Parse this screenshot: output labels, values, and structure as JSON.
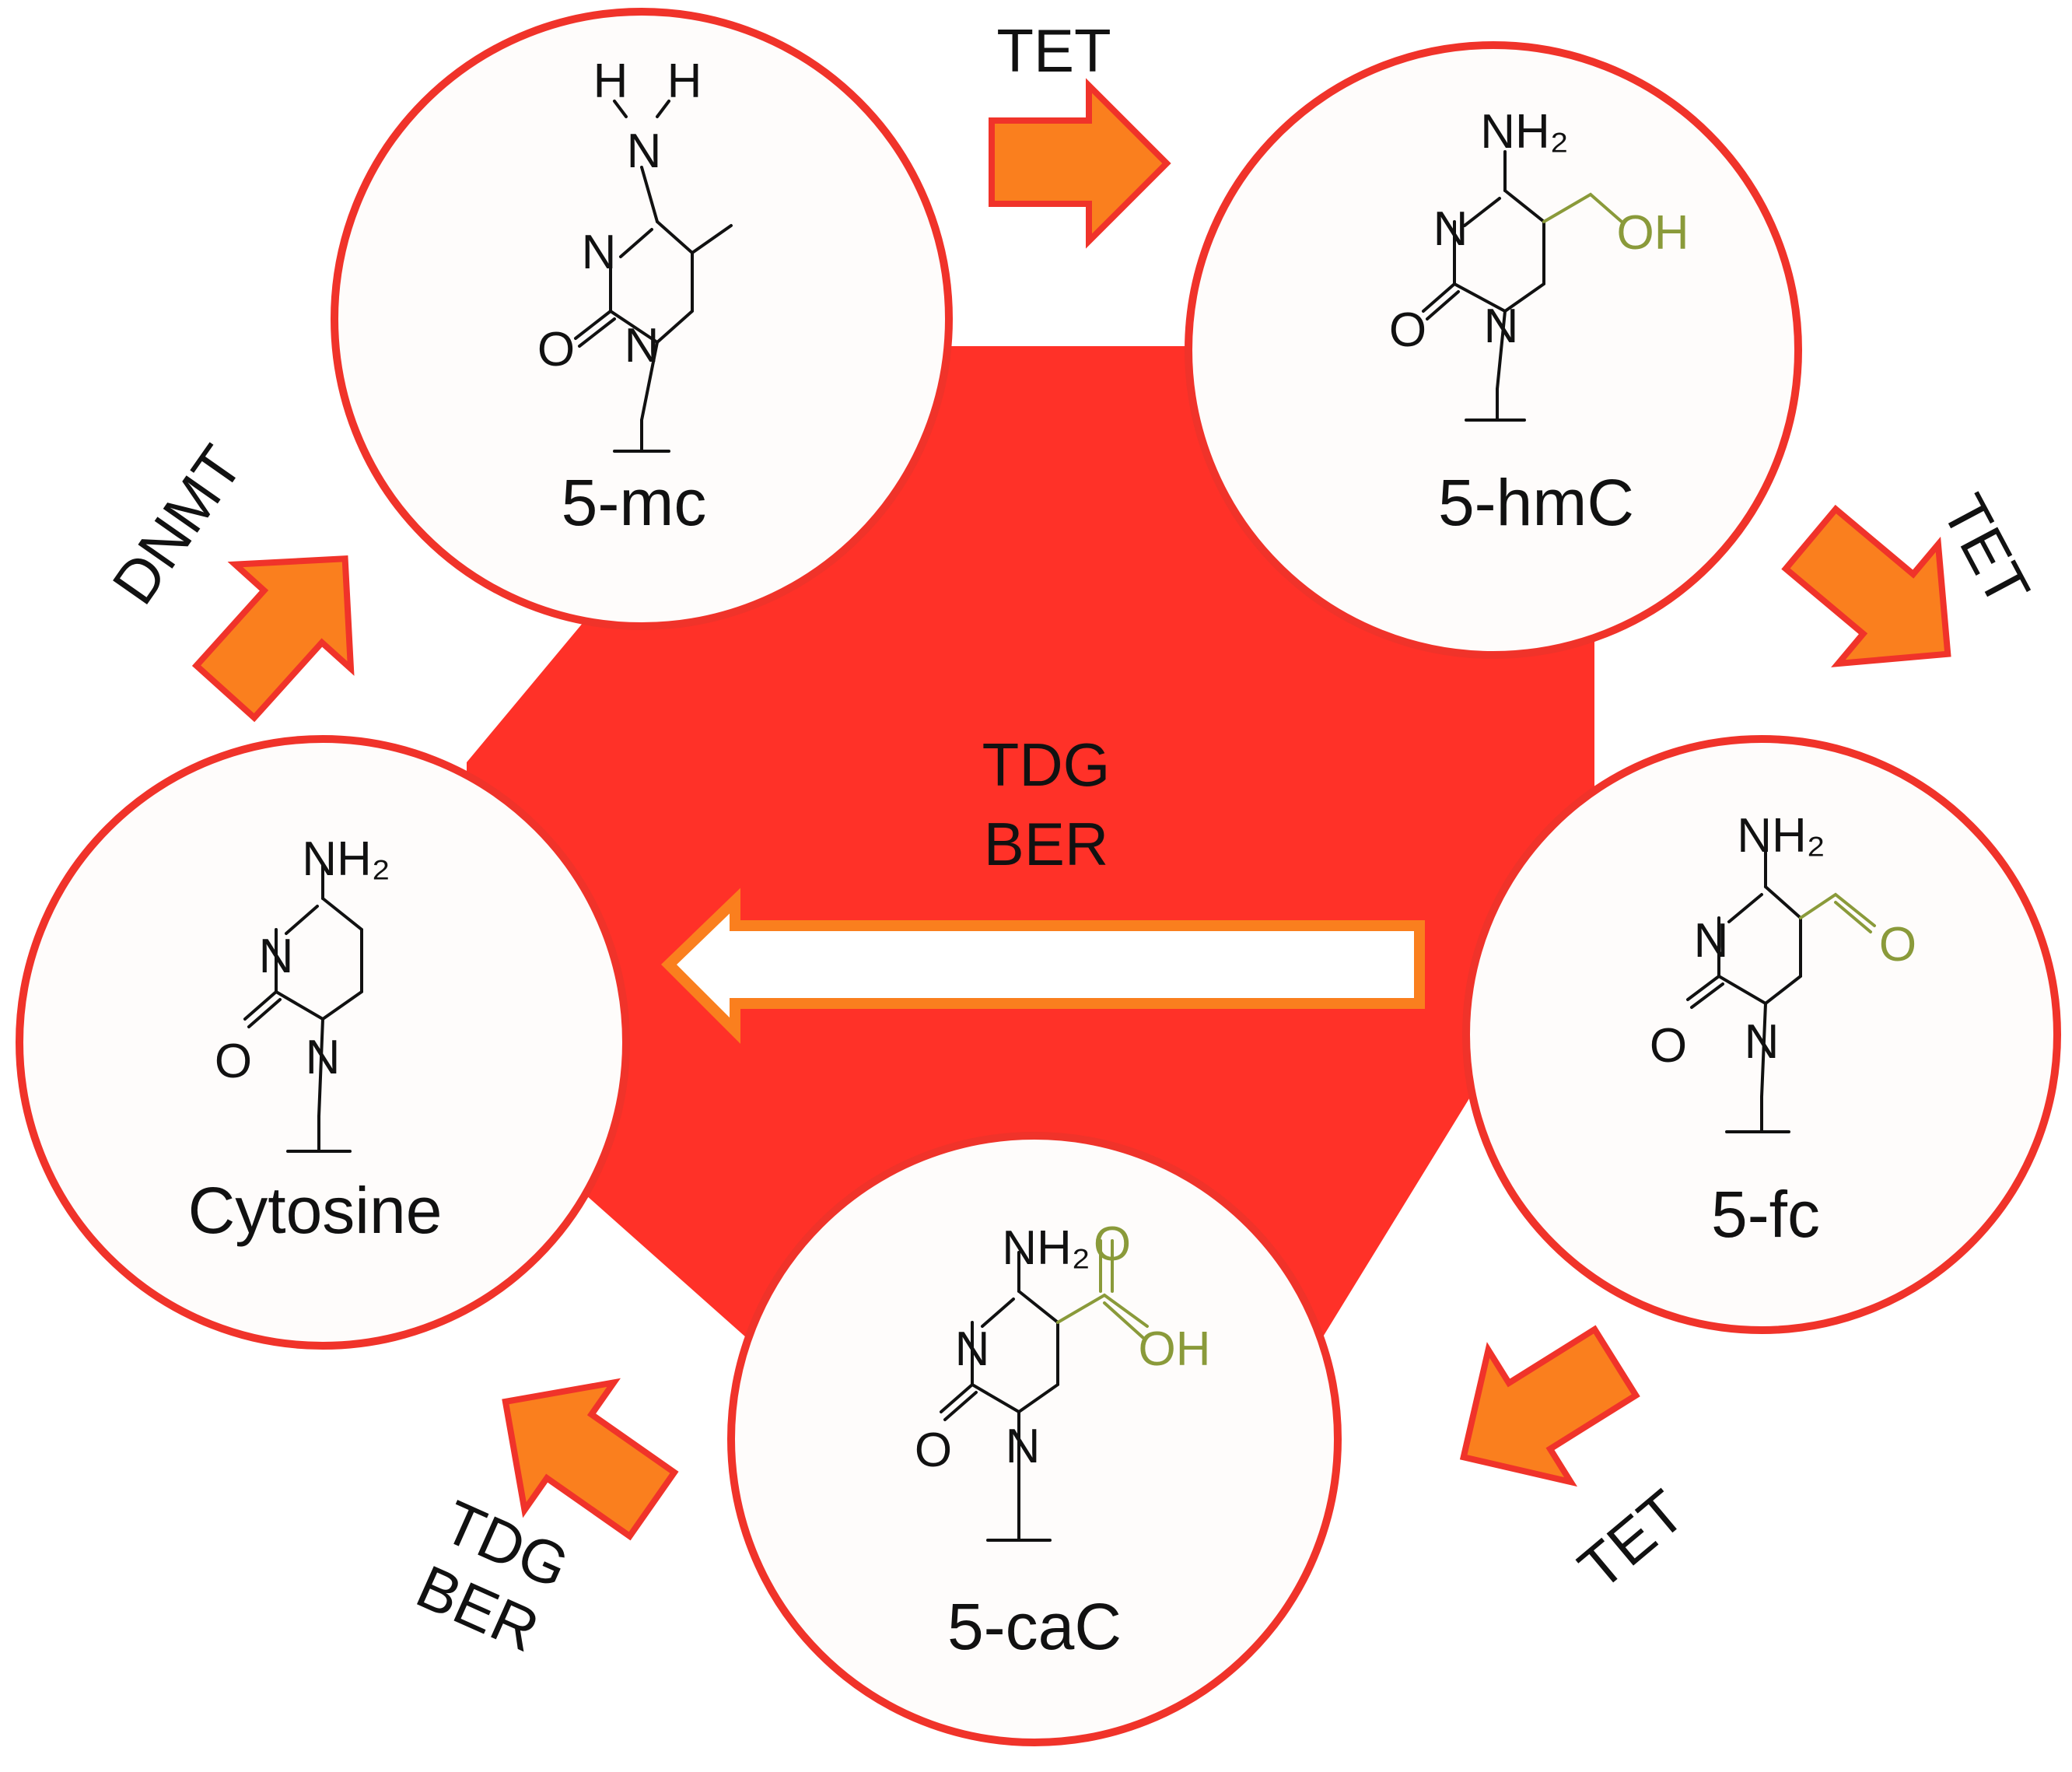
{
  "diagram": {
    "nodes": [
      {
        "id": "5mc",
        "name": "5-mc"
      },
      {
        "id": "5hmc",
        "name": "5-hmC"
      },
      {
        "id": "5fc",
        "name": "5-fc"
      },
      {
        "id": "5cac",
        "name": "5-caC"
      },
      {
        "id": "cytosine",
        "name": "Cytosine"
      }
    ],
    "edges": [
      {
        "from": "5mc",
        "to": "5hmc",
        "label": "TET"
      },
      {
        "from": "5hmc",
        "to": "5fc",
        "label": "TET"
      },
      {
        "from": "5fc",
        "to": "5cac",
        "label": "TET"
      },
      {
        "from": "5cac",
        "to": "cytosine",
        "label_line1": "TDG",
        "label_line2": "BER"
      },
      {
        "from": "cytosine",
        "to": "5mc",
        "label": "DNMT"
      },
      {
        "from": "5fc",
        "to": "cytosine",
        "label_line1": "TDG",
        "label_line2": "BER"
      }
    ],
    "atoms": {
      "h": "H",
      "n": "N",
      "o": "O",
      "nh2": "NH₂",
      "oh": "OH"
    },
    "colors": {
      "ring": "#f0332a",
      "hexagon": "#ff3128",
      "arrow_fill": "#fa7f1e",
      "substituent": "#8a9a3a"
    }
  }
}
